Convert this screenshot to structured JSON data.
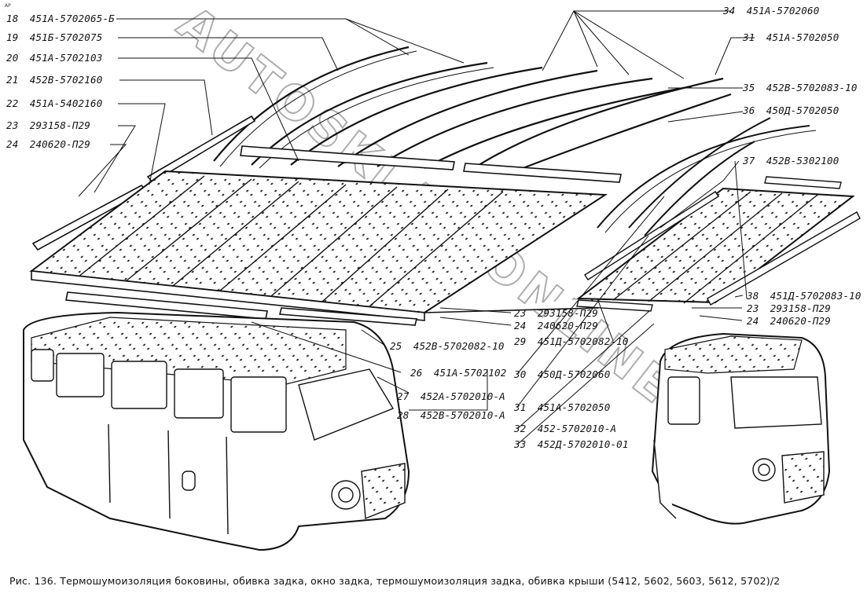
{
  "corner_mark": "AP",
  "caption": "Рис. 136. Термошумоизоляция боковины, обивка задка, окно задка, термошумоизоляция задка, обивка крыши (5412, 5602, 5603, 5612, 5702)/2",
  "watermark": "AUTOSKLAD.ONLINE",
  "callouts": [
    {
      "num": "18",
      "code": "451А-5702065-Б"
    },
    {
      "num": "19",
      "code": "451Б-5702075"
    },
    {
      "num": "20",
      "code": "451А-5702103"
    },
    {
      "num": "21",
      "code": "452В-5702160"
    },
    {
      "num": "22",
      "code": "451А-5402160"
    },
    {
      "num": "23",
      "code": "293158-П29"
    },
    {
      "num": "24",
      "code": "240620-П29"
    },
    {
      "num": "34",
      "code": "451А-5702060"
    },
    {
      "num": "31",
      "code": "451А-5702050"
    },
    {
      "num": "35",
      "code": "452В-5702083-10"
    },
    {
      "num": "36",
      "code": "450Д-5702050"
    },
    {
      "num": "37",
      "code": "452В-5302100"
    },
    {
      "num": "38",
      "code": "451Д-5702083-10"
    },
    {
      "num": "23",
      "code": "293158-П29"
    },
    {
      "num": "24",
      "code": "240620-П29"
    },
    {
      "num": "23",
      "code": "293158-П29"
    },
    {
      "num": "24",
      "code": "240620-П29"
    },
    {
      "num": "29",
      "code": "451Д-5702082-10"
    },
    {
      "num": "25",
      "code": "452В-5702082-10"
    },
    {
      "num": "26",
      "code": "451А-5702102"
    },
    {
      "num": "27",
      "code": "452А-5702010-А"
    },
    {
      "num": "28",
      "code": "452В-5702010-А"
    },
    {
      "num": "30",
      "code": "450Д-5702060"
    },
    {
      "num": "31",
      "code": "451А-5702050"
    },
    {
      "num": "32",
      "code": "452-5702010-А"
    },
    {
      "num": "33",
      "code": "452Д-5702010-01"
    }
  ]
}
